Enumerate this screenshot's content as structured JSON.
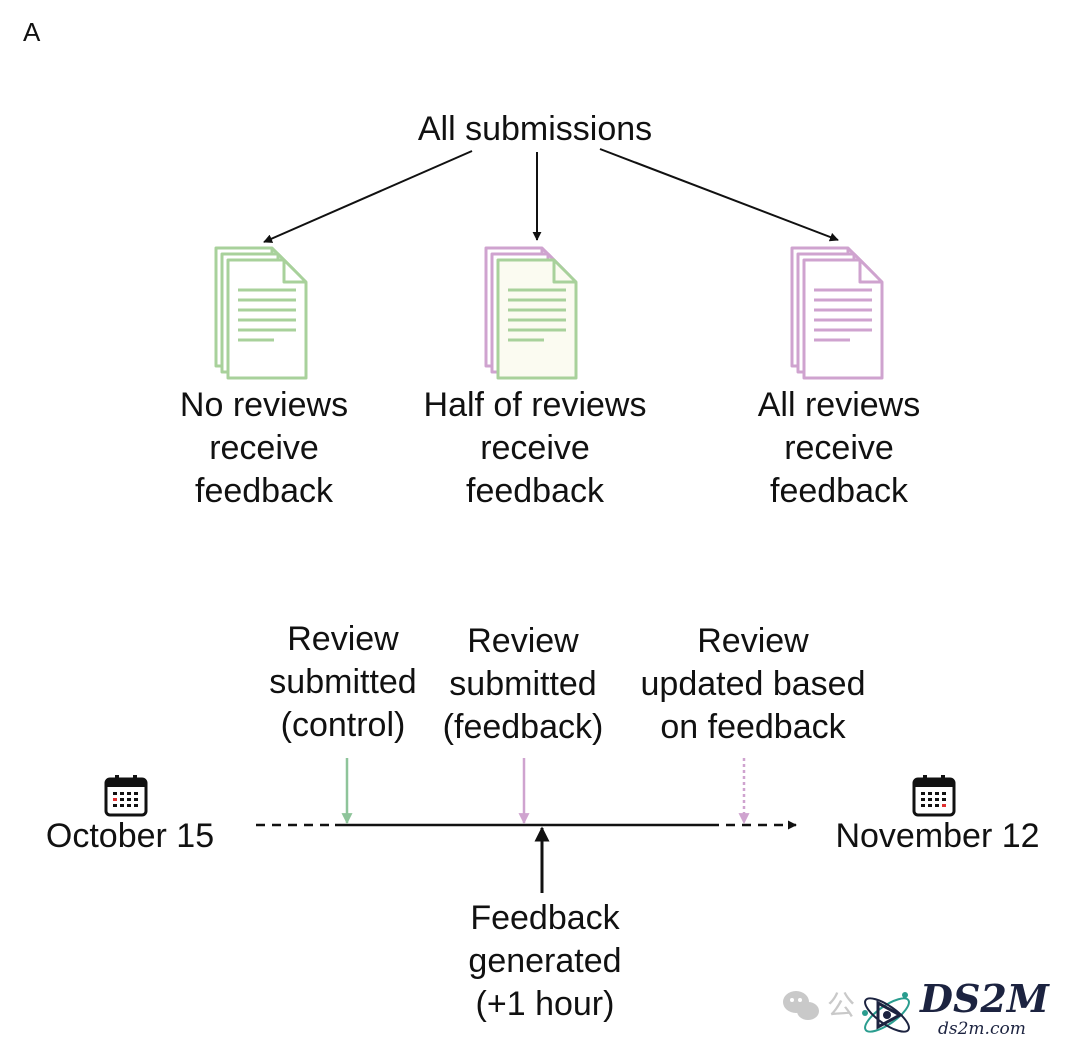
{
  "panel_label": "A",
  "root": {
    "label": "All submissions"
  },
  "groups": [
    {
      "lines": [
        "No reviews",
        "receive",
        "feedback"
      ],
      "icon": "document-stack-icon",
      "colors": [
        "#a8d19b",
        "#a8d19b",
        "#a8d19b"
      ]
    },
    {
      "lines": [
        "Half of reviews",
        "receive",
        "feedback"
      ],
      "icon": "document-stack-icon",
      "colors": [
        "#cfa3cf",
        "#cfa3cf",
        "#a8d19b"
      ]
    },
    {
      "lines": [
        "All reviews",
        "receive",
        "feedback"
      ],
      "icon": "document-stack-icon",
      "colors": [
        "#cfa3cf",
        "#cfa3cf",
        "#cfa3cf"
      ]
    }
  ],
  "timeline": {
    "start": {
      "label": "October 15",
      "icon": "calendar-icon"
    },
    "end": {
      "label": "November 12",
      "icon": "calendar-icon"
    },
    "events": [
      {
        "lines": [
          "Review",
          "submitted",
          "(control)"
        ],
        "color": "#8ec49a",
        "style": "solid"
      },
      {
        "lines": [
          "Review",
          "submitted",
          "(feedback)"
        ],
        "color": "#cfa3cf",
        "style": "solid"
      },
      {
        "lines": [
          "Review",
          "updated based",
          "on feedback"
        ],
        "color": "#cfa3cf",
        "style": "dotted"
      }
    ],
    "feedback": {
      "lines": [
        "Feedback",
        "generated",
        "(+1 hour)"
      ]
    }
  },
  "colors": {
    "green": "#a8d19b",
    "purple": "#cfa3cf",
    "line": "#111111"
  },
  "watermark": {
    "wechat_glyph": "公",
    "brand": "DS2M",
    "url": "ds2m.com"
  }
}
